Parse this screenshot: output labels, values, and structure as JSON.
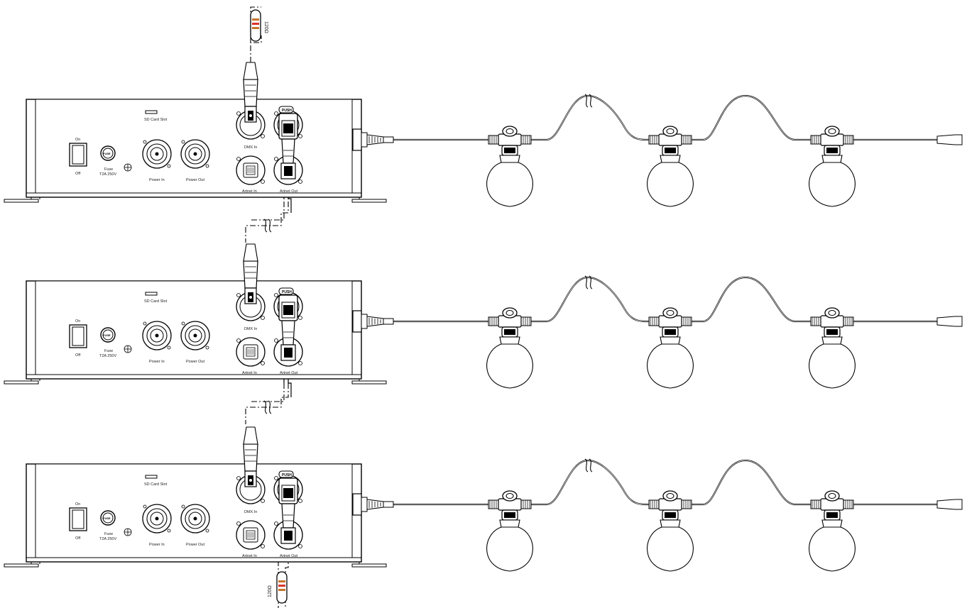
{
  "controller": {
    "sd_card_slot": "SD Card Slot",
    "switch_on": "On",
    "switch_off": "Off",
    "fuse_label_line1": "Fuse",
    "fuse_label_line2": "T2A 250V",
    "fuse_holder_text": "FUSE",
    "power_in": "Power In",
    "power_out": "Power Out",
    "dmx_in": "DMX In",
    "artnet_in": "Artnet In",
    "artnet_out": "Artnet Out",
    "push_label": "PUSH"
  },
  "terminator": {
    "resistance": "120Ω"
  },
  "units": [
    {
      "id": "unit-1",
      "lamps": 3
    },
    {
      "id": "unit-2",
      "lamps": 3
    },
    {
      "id": "unit-3",
      "lamps": 3
    }
  ]
}
